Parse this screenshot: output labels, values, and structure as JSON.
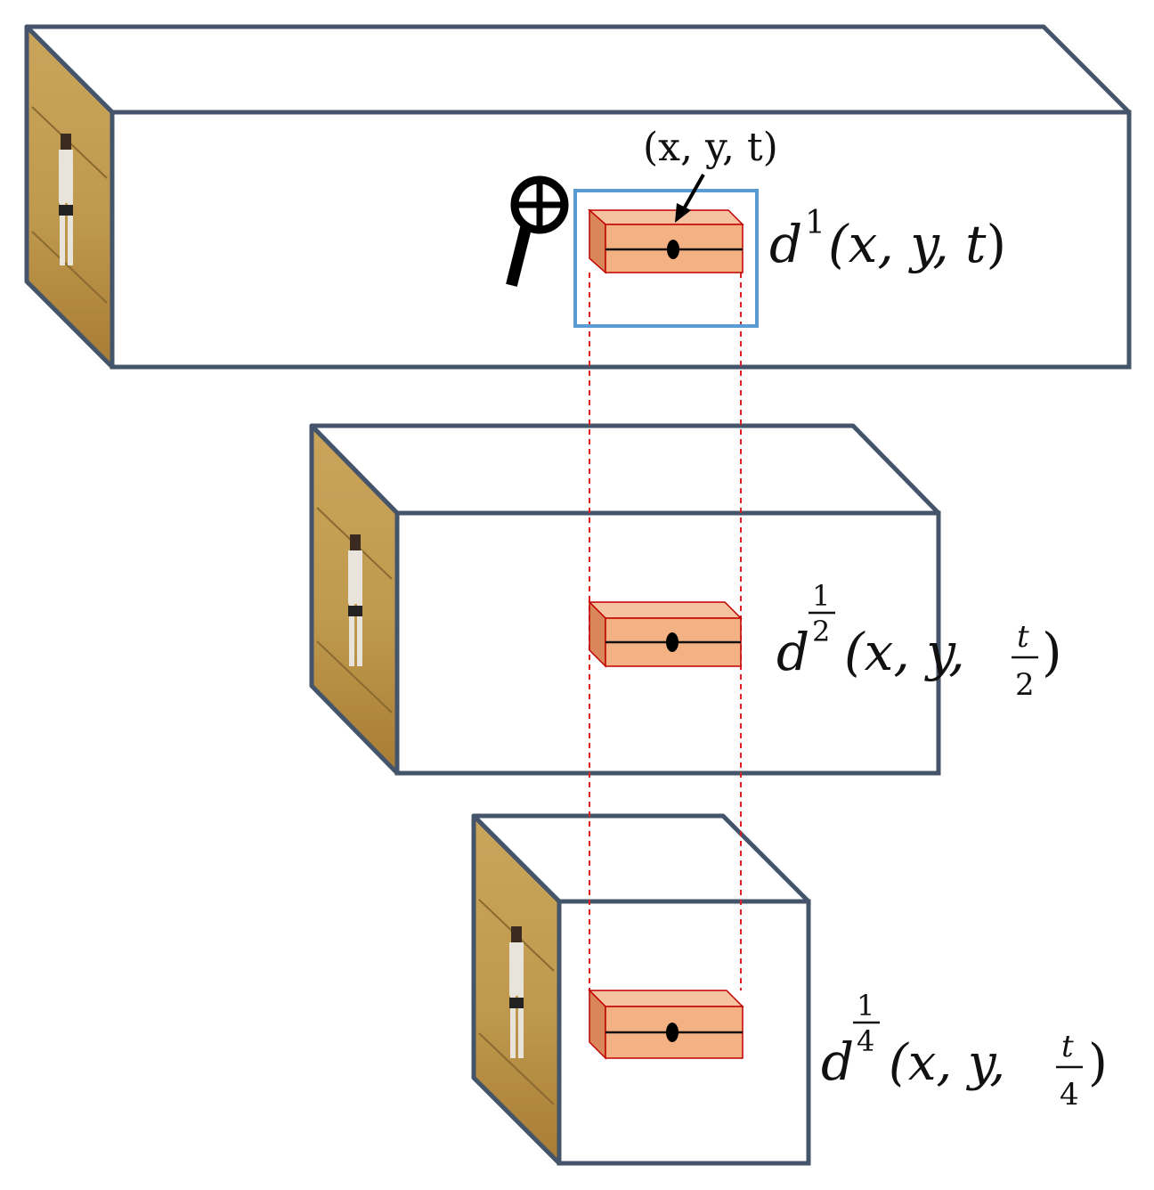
{
  "colors": {
    "outline": "#44546a",
    "box_fill": "#f4b183",
    "box_side": "#e8a070",
    "box_stroke": "#c00000",
    "connector": "#e02020",
    "highlight": "#5b9bd5",
    "frame_floor": "#b68a3a",
    "frame_wall": "#c9a45a"
  },
  "icons": {
    "lens": "magnifier-crosshair-icon"
  },
  "point_label": "(x, y, t)",
  "levels": [
    {
      "id": "full",
      "d": "d",
      "exp": "1",
      "exp_is_fraction": false,
      "exp_num": "",
      "exp_den": "",
      "args_prefix": "(x, y, ",
      "t_is_fraction": false,
      "t_text": "t",
      "t_num": "",
      "t_den": "",
      "args_suffix": ")"
    },
    {
      "id": "half",
      "d": "d",
      "exp": "",
      "exp_is_fraction": true,
      "exp_num": "1",
      "exp_den": "2",
      "args_prefix": "(x, y, ",
      "t_is_fraction": true,
      "t_text": "",
      "t_num": "t",
      "t_den": "2",
      "args_suffix": ")"
    },
    {
      "id": "quarter",
      "d": "d",
      "exp": "",
      "exp_is_fraction": true,
      "exp_num": "1",
      "exp_den": "4",
      "args_prefix": "(x, y, ",
      "t_is_fraction": true,
      "t_text": "",
      "t_num": "t",
      "t_den": "4",
      "args_suffix": ")"
    }
  ]
}
